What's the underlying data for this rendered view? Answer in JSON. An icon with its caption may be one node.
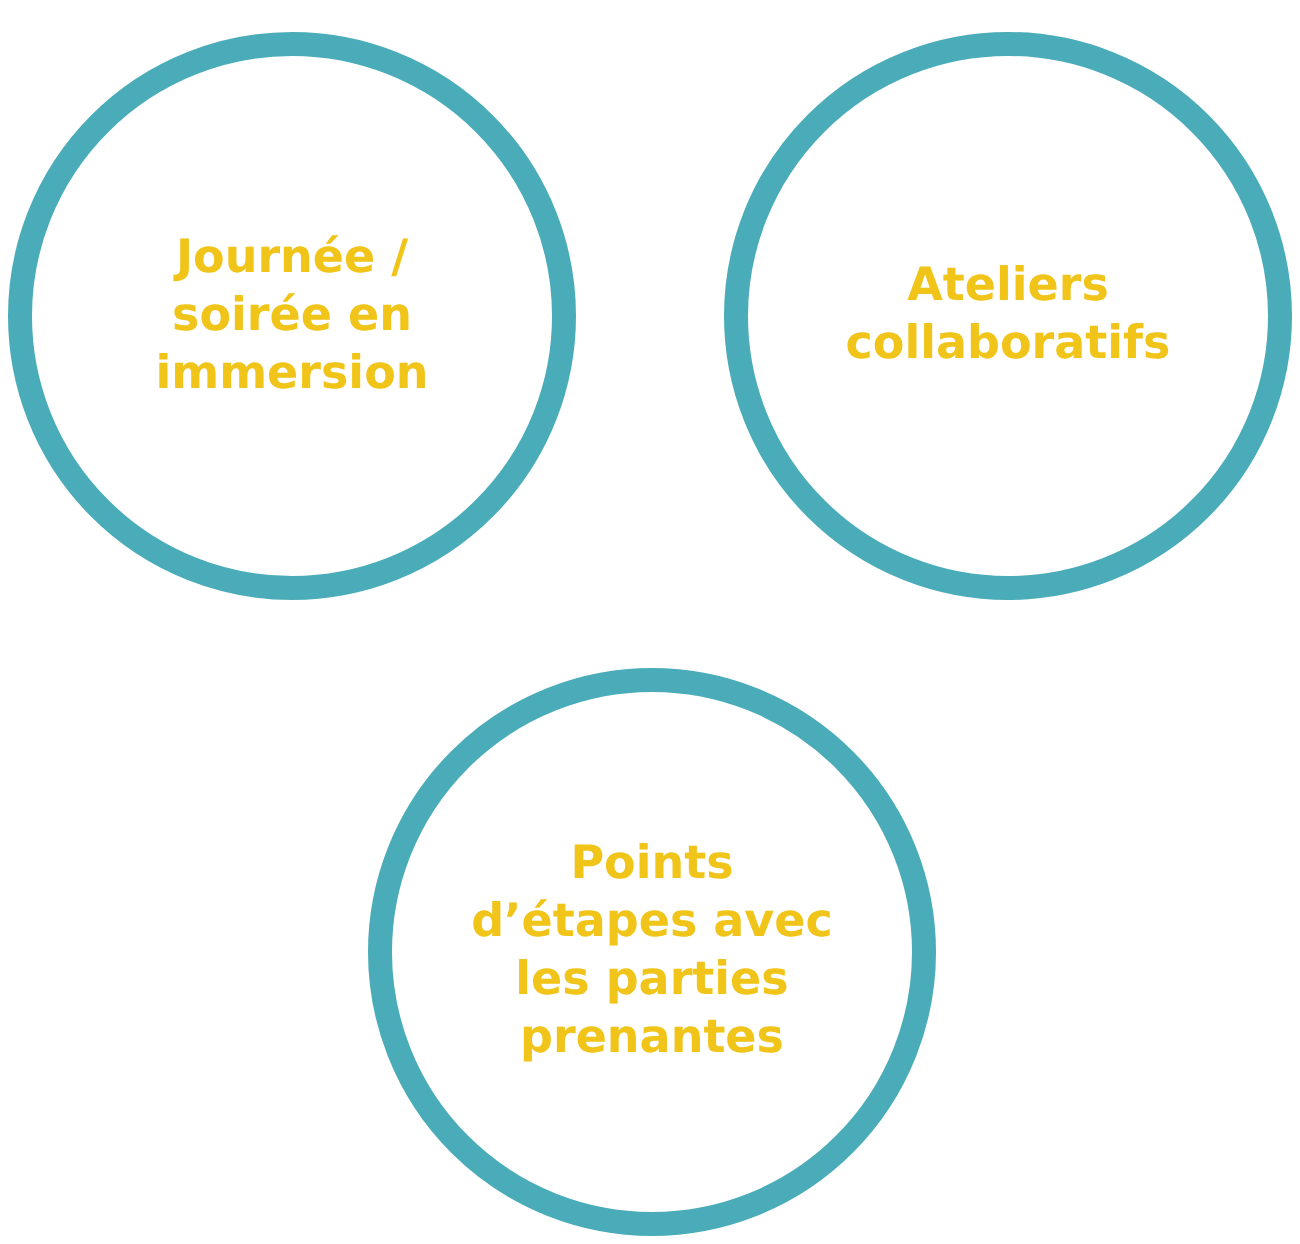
{
  "diagram": {
    "nodes": [
      {
        "text": [
          "Journée / soirée en immersion"
        ]
      },
      {
        "text": [
          "Ateliers collaboratifs"
        ]
      },
      {
        "text": [
          "Points d’étapes avec les parties prenantes"
        ]
      }
    ]
  }
}
